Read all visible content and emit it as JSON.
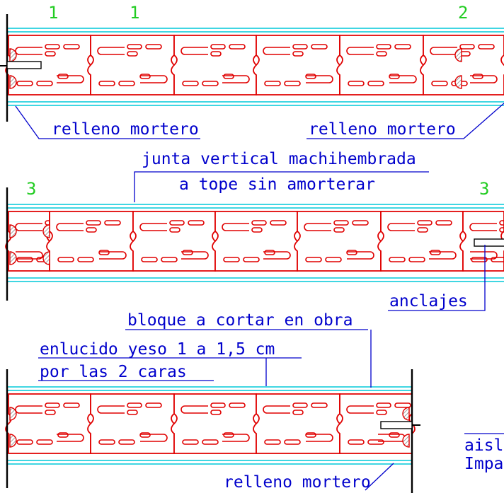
{
  "colors": {
    "block": "#e00000",
    "plaster": "#00c8d8",
    "annotation": "#0000cc",
    "number": "#22cc22",
    "wall_line": "#000000",
    "mortar": "#888888"
  },
  "numbers": {
    "row1_a": "1",
    "row1_b": "1",
    "row1_c": "2",
    "row2_a": "3",
    "row2_b": "3"
  },
  "labels": {
    "relleno_1": "relleno mortero",
    "relleno_2": "relleno mortero",
    "junta_line1": "junta vertical machihembrada",
    "junta_line2": "a tope sin amorterar",
    "anclajes": "anclajes",
    "bloque": "bloque a cortar en obra",
    "enlucido_line1": "enlucido yeso 1 a 1,5 cm",
    "enlucido_line2": "por las 2 caras",
    "relleno_3": "relleno mortero",
    "aislamiento": "aisla",
    "impermeab": "Impa"
  }
}
